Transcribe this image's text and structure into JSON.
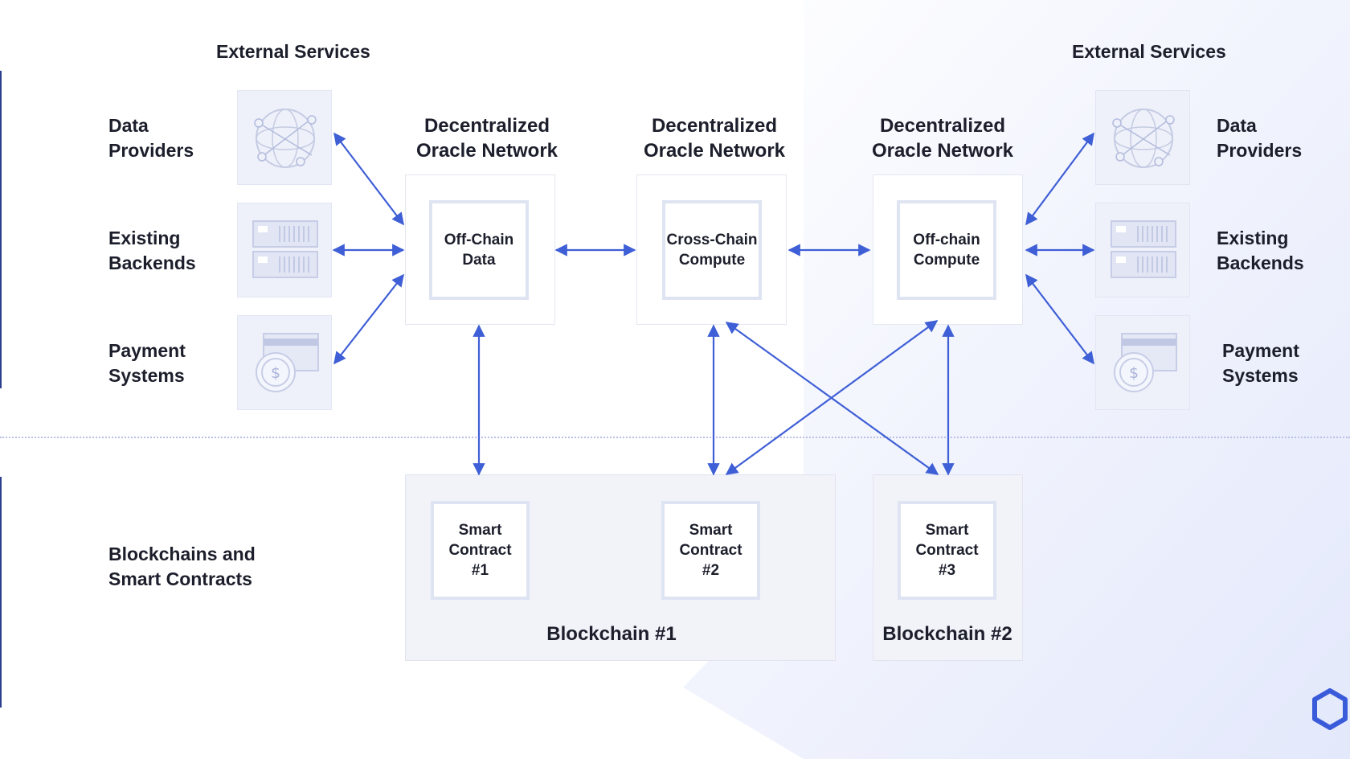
{
  "colors": {
    "arrow": "#3f5fd6",
    "logo": "#3a5bd9",
    "tile": "#eef1f9",
    "box_border": "#dfe4f3"
  },
  "external_services": {
    "left": "External Services",
    "right": "External Services"
  },
  "services": {
    "data_providers": "Data\nProviders",
    "existing_backends": "Existing\nBackends",
    "payment_systems": "Payment\nSystems"
  },
  "oracle_networks": [
    {
      "title": "Decentralized\nOracle Network",
      "function": "Off-Chain\nData"
    },
    {
      "title": "Decentralized\nOracle Network",
      "function": "Cross-Chain\nCompute"
    },
    {
      "title": "Decentralized\nOracle Network",
      "function": "Off-chain\nCompute"
    }
  ],
  "blockchains_label": "Blockchains and\nSmart Contracts",
  "smart_contracts": [
    "Smart\nContract\n#1",
    "Smart\nContract\n#2",
    "Smart\nContract\n#3"
  ],
  "blockchains": [
    "Blockchain #1",
    "Blockchain #2"
  ],
  "icons": {
    "data_providers": "globe-network-icon",
    "existing_backends": "server-rack-icon",
    "payment_systems": "card-coin-icon",
    "brand": "chainlink-hexagon-icon"
  }
}
